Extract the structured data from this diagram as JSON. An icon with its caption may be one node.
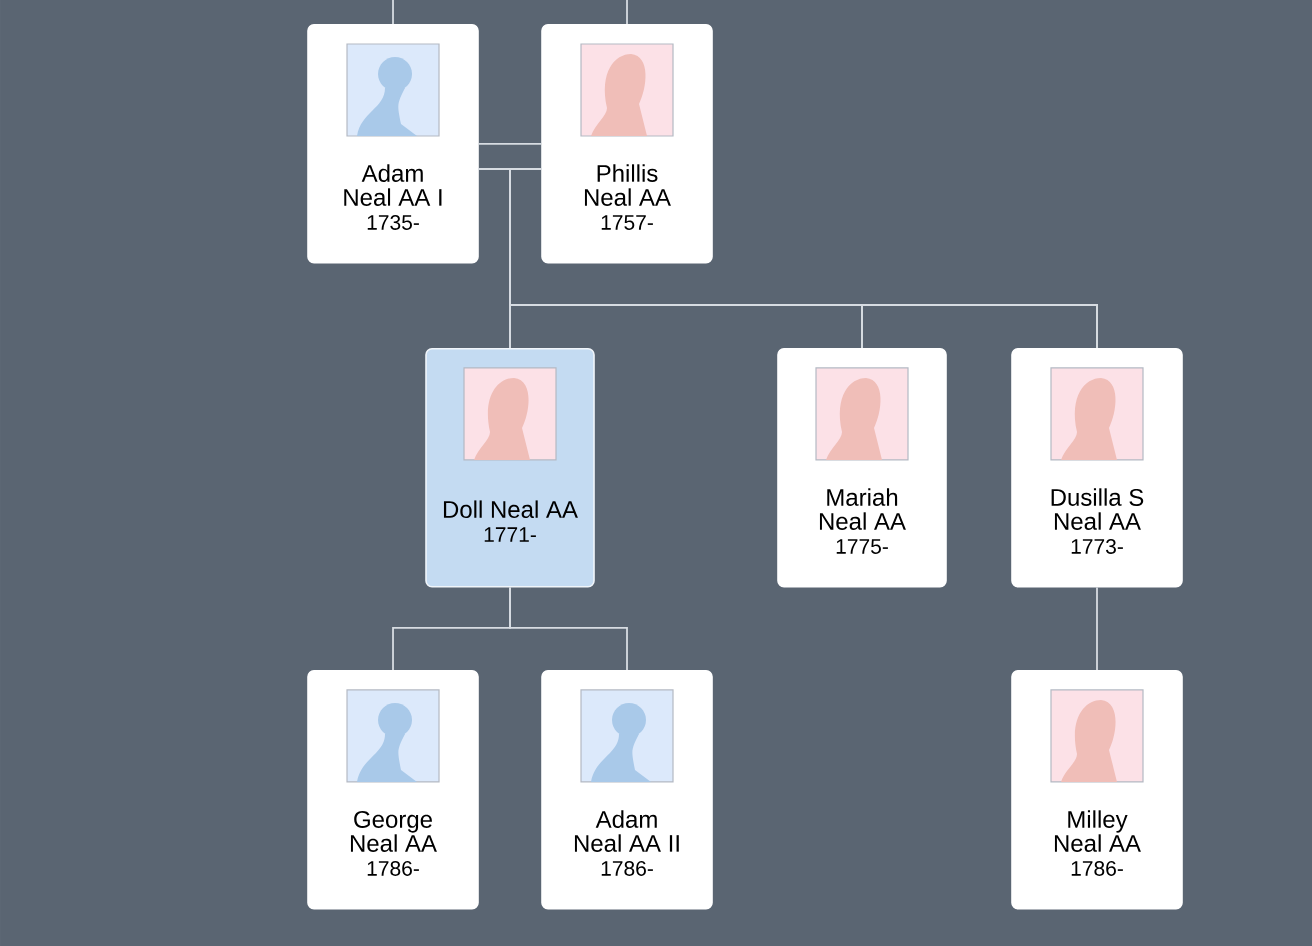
{
  "diagram": {
    "nodes": [
      {
        "text": [
          "Adam Neal AA I",
          "1735-"
        ]
      },
      {
        "text": [
          "Phillis Neal AA",
          "1757-"
        ]
      },
      {
        "text": [
          "Doll Neal AA",
          "1771-"
        ]
      },
      {
        "text": [
          "Mariah Neal AA",
          "1775-"
        ]
      },
      {
        "text": [
          "Dusilla S Neal AA",
          "1773-"
        ]
      },
      {
        "text": [
          "George Neal AA",
          "1786-"
        ]
      },
      {
        "text": [
          "Adam Neal AA II",
          "1786-"
        ]
      },
      {
        "text": [
          "Milley Neal AA",
          "1786-"
        ]
      }
    ],
    "edges": [
      {
        "from": null,
        "to": 0,
        "arrow": "none"
      },
      {
        "from": null,
        "to": 1,
        "arrow": "none"
      },
      {
        "from": 0,
        "to": 1,
        "arrow": "none"
      },
      {
        "from": 0,
        "to": 2,
        "arrow": "none"
      },
      {
        "from": 1,
        "to": 2,
        "arrow": "none"
      },
      {
        "from": 0,
        "to": 3,
        "arrow": "none"
      },
      {
        "from": 1,
        "to": 3,
        "arrow": "none"
      },
      {
        "from": 0,
        "to": 4,
        "arrow": "none"
      },
      {
        "from": 1,
        "to": 4,
        "arrow": "none"
      },
      {
        "from": 2,
        "to": 5,
        "arrow": "none"
      },
      {
        "from": 2,
        "to": 6,
        "arrow": "none"
      },
      {
        "from": 4,
        "to": 7,
        "arrow": "none"
      }
    ]
  }
}
